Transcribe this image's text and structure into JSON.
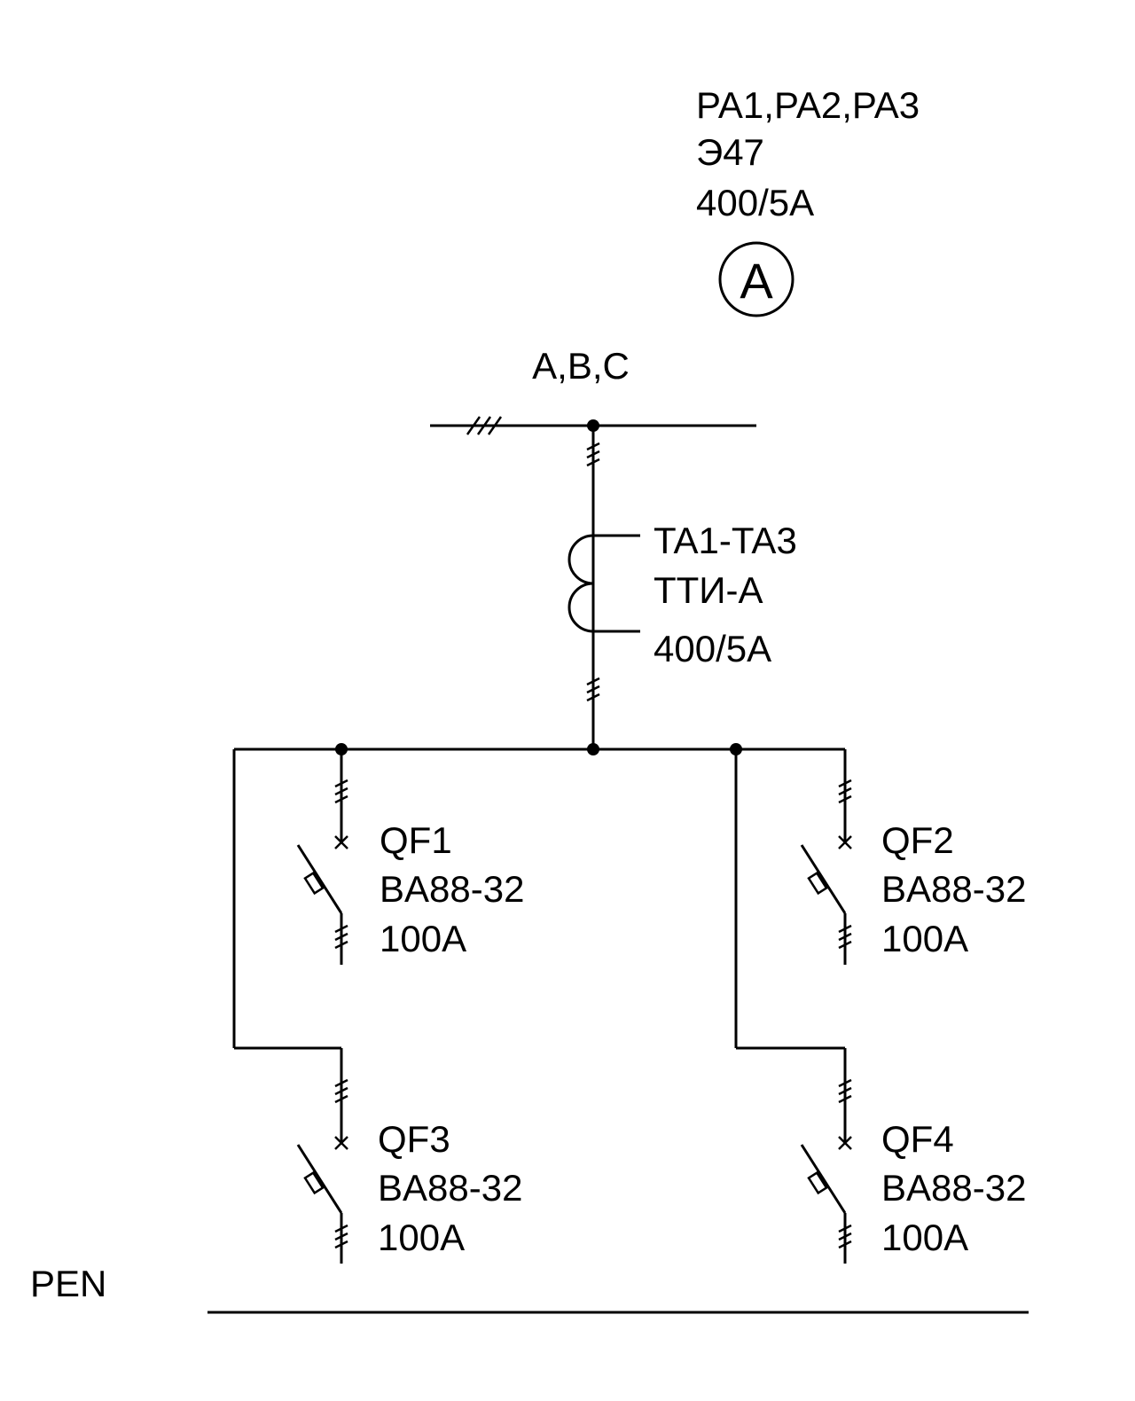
{
  "ammeter": {
    "lines": [
      "PA1,PA2,PA3",
      "Э47",
      "400/5A"
    ],
    "symbol": "A"
  },
  "bus": {
    "phases": "A,B,C"
  },
  "transformer": {
    "lines": [
      "TA1-TA3",
      "ТТИ-А",
      "400/5A"
    ]
  },
  "breakers": [
    {
      "lines": [
        "QF1",
        "BA88-32",
        "100A"
      ]
    },
    {
      "lines": [
        "QF2",
        "BA88-32",
        "100A"
      ]
    },
    {
      "lines": [
        "QF3",
        "BA88-32",
        "100A"
      ]
    },
    {
      "lines": [
        "QF4",
        "BA88-32",
        "100A"
      ]
    }
  ],
  "pen": {
    "label": "PEN"
  }
}
